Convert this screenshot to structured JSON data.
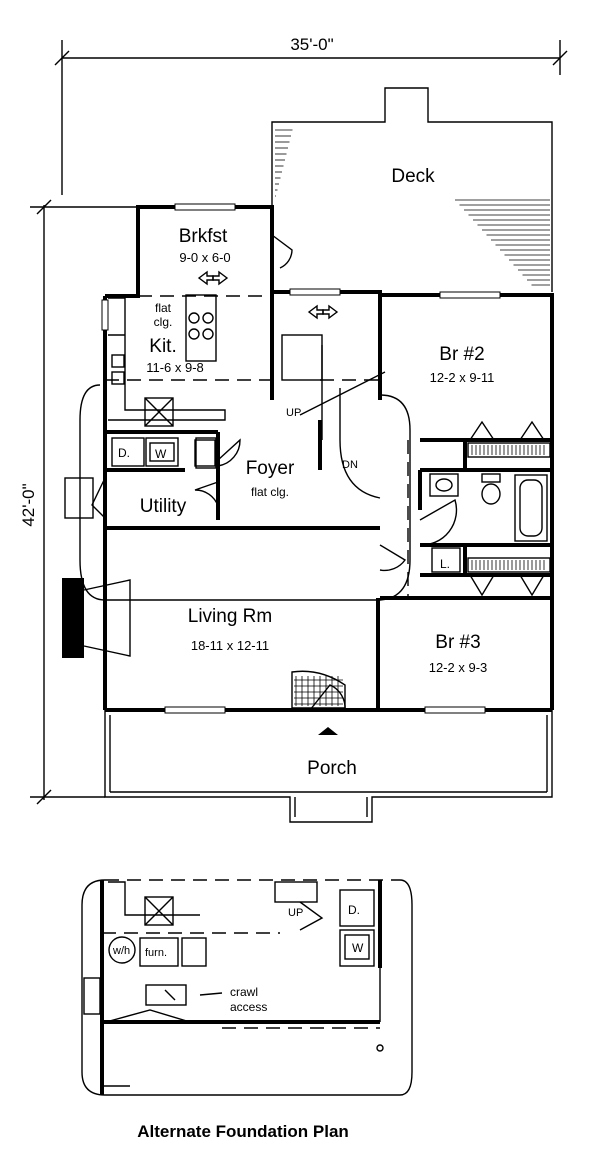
{
  "overall": {
    "width_dimension": "35'-0\"",
    "depth_dimension": "42'-0\""
  },
  "rooms": {
    "deck": {
      "name": "Deck"
    },
    "brkfst": {
      "name": "Brkfst",
      "size": "9-0 x 6-0"
    },
    "kitchen": {
      "name": "Kit.",
      "size": "11-6 x 9-8",
      "note": "flat clg."
    },
    "br2": {
      "name": "Br #2",
      "size": "12-2 x 9-11"
    },
    "foyer": {
      "name": "Foyer",
      "note": "flat clg."
    },
    "utility": {
      "name": "Utility"
    },
    "living": {
      "name": "Living Rm",
      "size": "18-11 x 12-11"
    },
    "br3": {
      "name": "Br #3",
      "size": "12-2 x 9-3"
    },
    "porch": {
      "name": "Porch"
    }
  },
  "fixtures": {
    "dryer": "D.",
    "washer": "W",
    "linen": "L.",
    "stair_up": "UP",
    "stair_down": "DN"
  },
  "alternate_plan": {
    "title": "Alternate Foundation Plan",
    "water_heater": "w/h",
    "furnace": "furn.",
    "crawl_line1": "crawl",
    "crawl_line2": "access",
    "dryer": "D.",
    "washer": "W",
    "stair_up": "UP"
  }
}
